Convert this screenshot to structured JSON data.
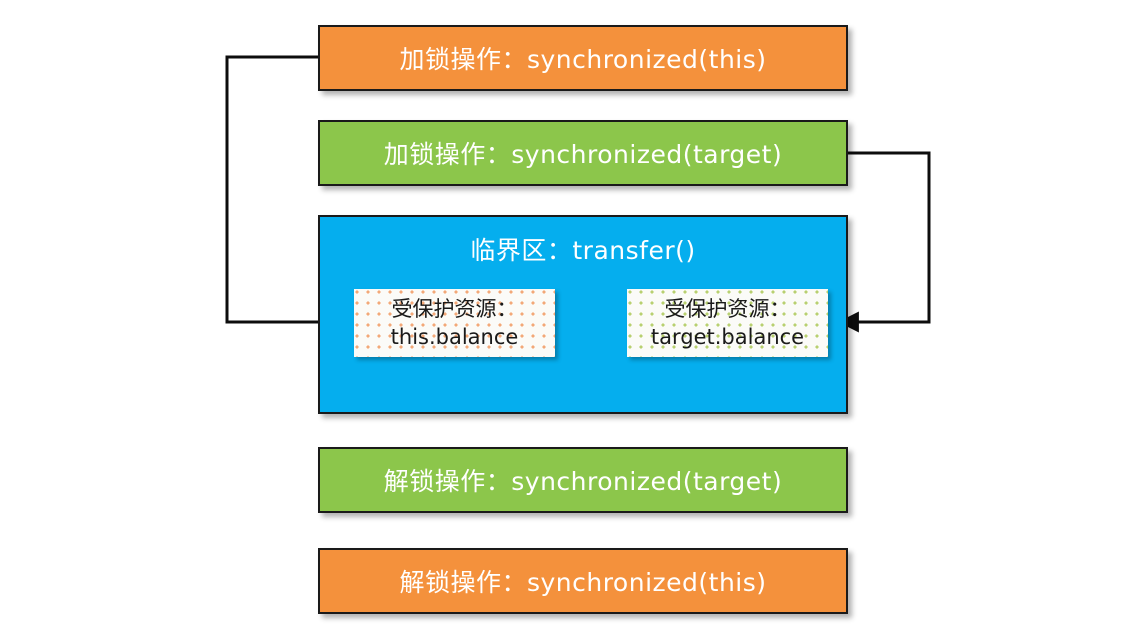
{
  "diagram": {
    "title": "synchronized transfer critical section diagram",
    "colors": {
      "orange": "#f4913c",
      "green": "#8cc64b",
      "blue": "#05aeee",
      "outline": "#1a1a1a",
      "card_bg": "#fbfbf8",
      "dots_orange": "#f3a878",
      "dots_green": "#b8d070",
      "text_light": "#ffffff",
      "text_dark": "#1a1a1a"
    },
    "bars": [
      {
        "id": "lock-this",
        "label": "加锁操作：synchronized(this)",
        "color": "orange"
      },
      {
        "id": "lock-target",
        "label": "加锁操作：synchronized(target)",
        "color": "green"
      },
      {
        "id": "unlock-target",
        "label": "解锁操作：synchronized(target)",
        "color": "green"
      },
      {
        "id": "unlock-this",
        "label": "解锁操作：synchronized(this)",
        "color": "orange"
      }
    ],
    "critical_section": {
      "title": "临界区：transfer()",
      "resources": [
        {
          "id": "this-balance",
          "line1": "受保护资源：",
          "line2": "this.balance",
          "dots": "orange"
        },
        {
          "id": "target-balance",
          "line1": "受保护资源：",
          "line2": "target.balance",
          "dots": "green"
        }
      ]
    },
    "connectors": [
      {
        "id": "this-lock-to-this-balance",
        "from": "lock-this",
        "to": "this-balance",
        "side": "left"
      },
      {
        "id": "target-lock-to-target-balance",
        "from": "lock-target",
        "to": "target-balance",
        "side": "right"
      }
    ]
  }
}
